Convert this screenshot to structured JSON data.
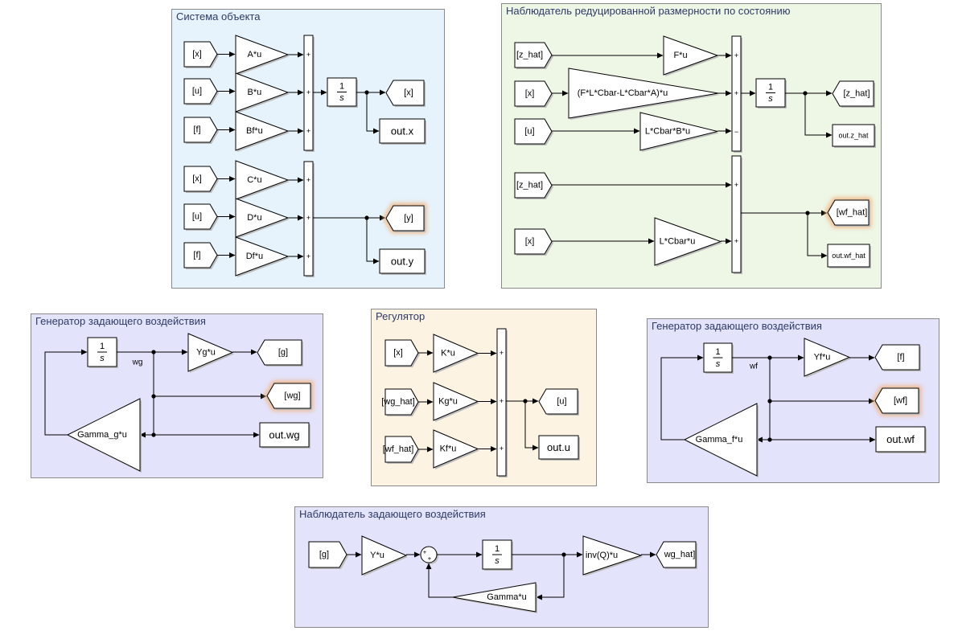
{
  "colors": {
    "plant_bg": "#e6f3fc",
    "observer_bg": "#eef6e6",
    "generator_bg": "#e3e3fb",
    "regulator_bg": "#fcf3e3",
    "line": "#000000",
    "highlight": "#f2b27a"
  },
  "areas": {
    "plant": "Система объекта",
    "reduced_observer": "Наблюдатель редуцированной размерности по состоянию",
    "generator_g": "Генератор задающего воздействия",
    "regulator": "Регулятор",
    "generator_f": "Генератор задающего воздействия",
    "disturbance_observer": "Наблюдатель задающего воздействия"
  },
  "plant": {
    "from": [
      "[x]",
      "[u]",
      "[f]",
      "[x]",
      "[u]",
      "[f]"
    ],
    "gains": [
      "A*u",
      "B*u",
      "Bf*u",
      "C*u",
      "D*u",
      "Df*u"
    ],
    "integrator": {
      "num": "1",
      "den": "s"
    },
    "goto": [
      "[x]",
      "[y]"
    ],
    "outs": [
      "out.x",
      "out.y"
    ]
  },
  "observer": {
    "from": [
      "[z_hat]",
      "[x]",
      "[u]",
      "[z_hat]",
      "[x]"
    ],
    "gains": [
      "F*u",
      "(F*L*Cbar-L*Cbar*A)*u",
      "L*Cbar*B*u",
      "L*Cbar*u"
    ],
    "integrator": {
      "num": "1",
      "den": "s"
    },
    "goto": [
      "[z_hat]",
      "[wf_hat]"
    ],
    "outs": [
      "out.z_hat",
      "out.wf_hat"
    ]
  },
  "gen_g": {
    "integrator": {
      "num": "1",
      "den": "s"
    },
    "signal": "wg",
    "gain": "Yg*u",
    "feedback": "Gamma_g*u",
    "goto": [
      "[g]",
      "[wg]"
    ],
    "out": "out.wg"
  },
  "regulator": {
    "from": [
      "[x]",
      "[wg_hat]",
      "[wf_hat]"
    ],
    "gains": [
      "K*u",
      "Kg*u",
      "Kf*u"
    ],
    "goto": "[u]",
    "out": "out.u"
  },
  "gen_f": {
    "integrator": {
      "num": "1",
      "den": "s"
    },
    "signal": "wf",
    "gain": "Yf*u",
    "feedback": "Gamma_f*u",
    "goto": [
      "[f]",
      "[wf]"
    ],
    "out": "out.wf"
  },
  "dist_obs": {
    "from": "[g]",
    "gain": "Y*u",
    "integrator": {
      "num": "1",
      "den": "s"
    },
    "out_gain": "inv(Q)*u",
    "feedback": "Gamma*u",
    "goto": "wg_hat]"
  },
  "signs": {
    "plus": "+",
    "minus": "−"
  }
}
